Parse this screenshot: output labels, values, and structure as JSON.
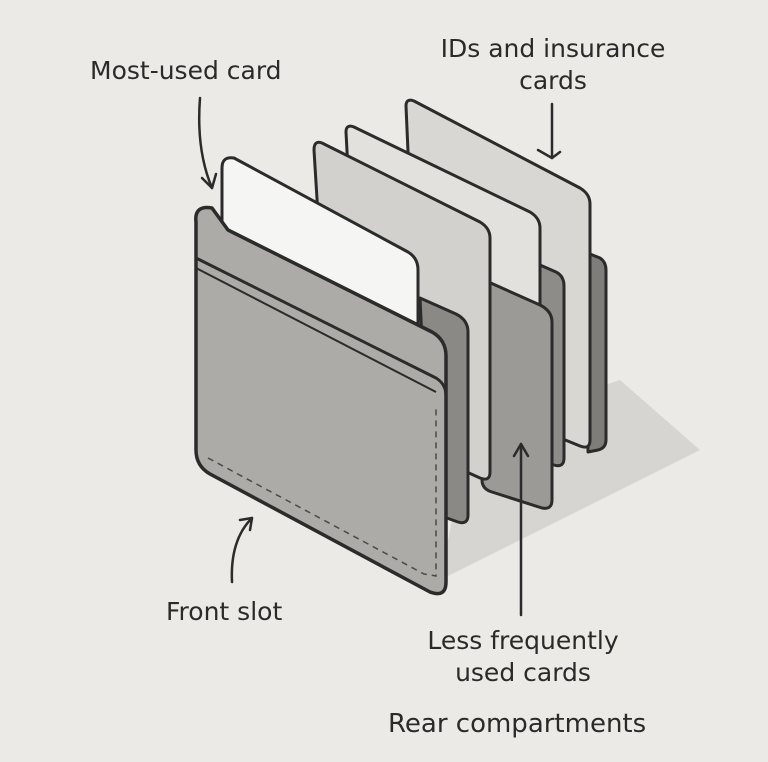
{
  "labels": {
    "most_used": "Most-used card",
    "ids_line1": "IDs and insurance",
    "ids_line2": "cards",
    "front_slot": "Front slot",
    "less_line1": "Less frequently",
    "less_line2": "used cards",
    "rear": "Rear compartments"
  },
  "colors": {
    "background": "#ebeae7",
    "outline": "#2b2b2b",
    "wallet_body": "#a9a8a5",
    "card_light": "#f5f5f3",
    "card_mid": "#d7d6d3",
    "card_dark": "#8a8986"
  }
}
